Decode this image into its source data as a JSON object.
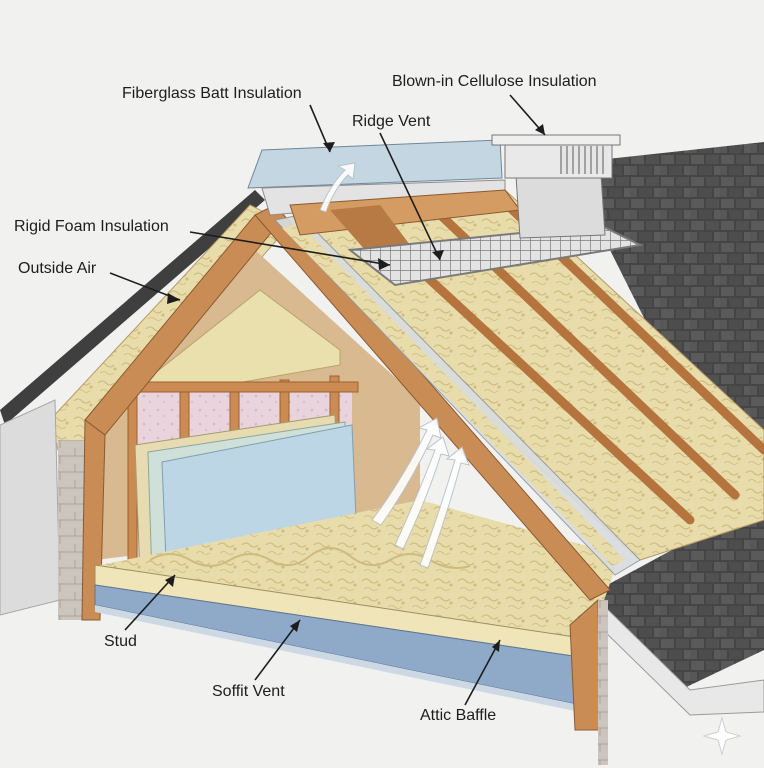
{
  "labels": {
    "fiberglass_batt": "Fiberglass Batt Insulation",
    "blown_in_cellulose": "Blown-in Cellulose Insulation",
    "ridge_vent": "Ridge Vent",
    "rigid_foam": "Rigid Foam Insulation",
    "outside_air": "Outside Air",
    "stud": "Stud",
    "soffit_vent": "Soffit Vent",
    "attic_baffle": "Attic Baffle"
  },
  "colors": {
    "background": "#f1f1f0",
    "insulation": "#e6d9a6",
    "wood": "#c98c55",
    "shingles": "#4a4a4a",
    "rigid_foam_blue": "#b9d3e3",
    "soffit_blue": "#8fa9c9",
    "leader_line": "#1d1d1d"
  },
  "icons": {
    "watermark": "sparkle-icon"
  }
}
